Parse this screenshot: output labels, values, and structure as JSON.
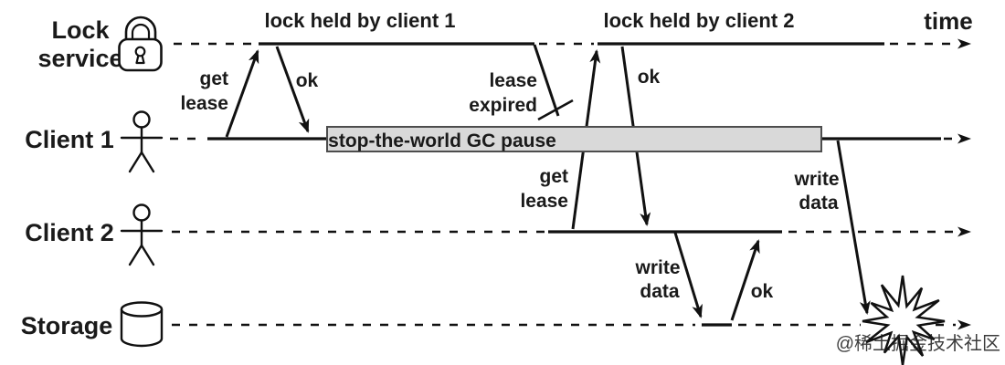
{
  "lanes": {
    "lock_service": {
      "line1": "Lock",
      "line2": "service",
      "icon": "padlock-icon"
    },
    "client1": {
      "label": "Client 1",
      "icon": "person-icon"
    },
    "client2": {
      "label": "Client 2",
      "icon": "person-icon"
    },
    "storage": {
      "label": "Storage",
      "icon": "database-cylinder-icon"
    }
  },
  "headers": {
    "lock_held_by_client1": "lock held by client 1",
    "lock_held_by_client2": "lock held by client 2",
    "time": "time"
  },
  "messages": {
    "get": "get",
    "lease": "lease",
    "ok": "ok",
    "expired": "expired",
    "write": "write",
    "data": "data"
  },
  "gc_pause": {
    "label": "stop-the-world GC pause"
  },
  "crash": {
    "icon": "explosion-icon"
  },
  "lease_expiry_marker": {
    "icon": "lease-expired-cross-icon"
  },
  "watermark": {
    "text": "@稀土掘金技术社区"
  },
  "colors": {
    "line": "#111111",
    "gc_box_fill": "#d9d9d9",
    "gc_box_border": "#4d4d4d",
    "watermark": "#ababab",
    "background": "#ffffff"
  }
}
